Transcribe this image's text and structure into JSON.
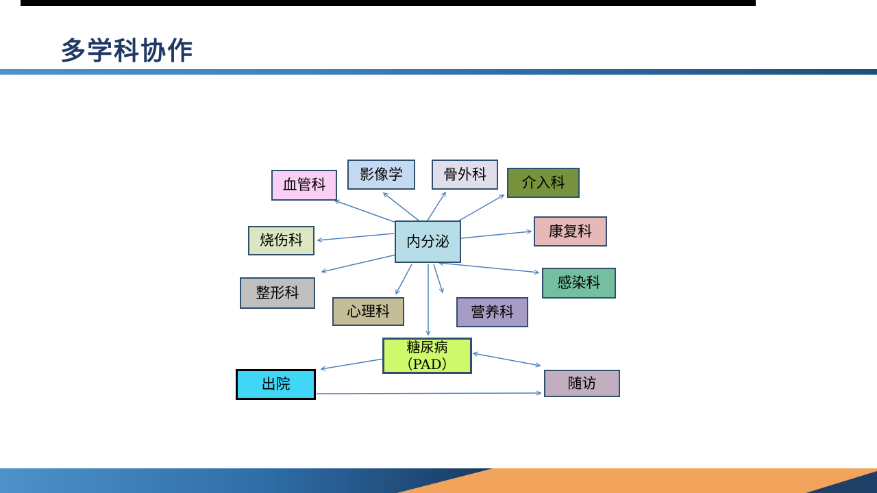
{
  "slide": {
    "title": "多学科协作",
    "title_color": "#1F3864",
    "accent": {
      "rule_gradient_start": "#4E92CA",
      "rule_gradient_end": "#1F4E79",
      "footer_blue_start": "#4E92CA",
      "footer_blue_end": "#173A61",
      "footer_orange": "#F2A45C",
      "footer_navy": "#1F3F66",
      "arrow_color": "#4F81BD",
      "box_border": "#2F4F6E",
      "top_bar_color": "#000000"
    }
  },
  "diagram": {
    "center_id": "endocrinology",
    "nodes": [
      {
        "id": "vascular",
        "label": "血管科",
        "fill": "#FACFF5"
      },
      {
        "id": "imaging",
        "label": "影像学",
        "fill": "#C5D9F1"
      },
      {
        "id": "orthopedics",
        "label": "骨外科",
        "fill": "#E1DEEC"
      },
      {
        "id": "interventional",
        "label": "介入科",
        "fill": "#76923C"
      },
      {
        "id": "endocrinology",
        "label": "内分泌",
        "fill": "#B7DEE8"
      },
      {
        "id": "rehabilitation",
        "label": "康复科",
        "fill": "#E6B9B8"
      },
      {
        "id": "burns",
        "label": "烧伤科",
        "fill": "#DCE7C1"
      },
      {
        "id": "plastic-surgery",
        "label": "整形科",
        "fill": "#BFBFBF"
      },
      {
        "id": "infectious",
        "label": "感染科",
        "fill": "#74BFA0"
      },
      {
        "id": "psychology",
        "label": "心理科",
        "fill": "#C4BD97"
      },
      {
        "id": "nutrition",
        "label": "营养科",
        "fill": "#A79CC6"
      },
      {
        "id": "diabetes-pad",
        "label": "糖尿病\n（PAD）",
        "fill": "#CDF96A"
      },
      {
        "id": "discharge",
        "label": "出院",
        "fill": "#3FD6F7",
        "border": "#000000"
      },
      {
        "id": "follow-up",
        "label": "随访",
        "fill": "#C1AEBE"
      }
    ],
    "connectors": [
      {
        "from": "endocrinology",
        "to": "vascular",
        "double": false
      },
      {
        "from": "endocrinology",
        "to": "imaging",
        "double": false
      },
      {
        "from": "endocrinology",
        "to": "orthopedics",
        "double": false
      },
      {
        "from": "endocrinology",
        "to": "interventional",
        "double": false
      },
      {
        "from": "endocrinology",
        "to": "rehabilitation",
        "double": false
      },
      {
        "from": "endocrinology",
        "to": "burns",
        "double": false
      },
      {
        "from": "endocrinology",
        "to": "plastic-surgery",
        "double": false
      },
      {
        "from": "endocrinology",
        "to": "infectious",
        "double": true
      },
      {
        "from": "endocrinology",
        "to": "psychology",
        "double": false
      },
      {
        "from": "endocrinology",
        "to": "nutrition",
        "double": false
      },
      {
        "from": "endocrinology",
        "to": "diabetes-pad",
        "double": false
      },
      {
        "from": "diabetes-pad",
        "to": "discharge",
        "double": false
      },
      {
        "from": "diabetes-pad",
        "to": "follow-up",
        "double": true
      },
      {
        "from": "discharge",
        "to": "follow-up",
        "double": false
      }
    ]
  }
}
